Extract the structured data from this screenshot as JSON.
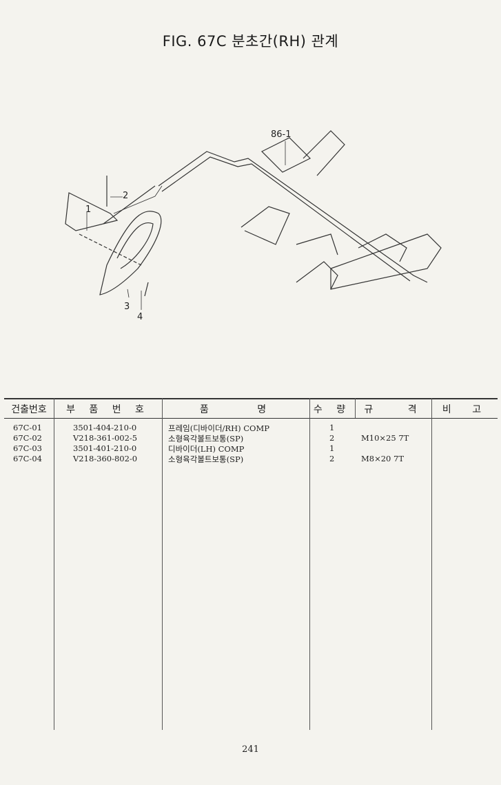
{
  "title": {
    "fig": "FIG. 67C",
    "name": "분초간(RH) 관계"
  },
  "diagram": {
    "callouts": [
      "86-1",
      "1",
      "2",
      "3",
      "4"
    ]
  },
  "table": {
    "headers": [
      "건출번호",
      "부 품 번 호",
      "품 명",
      "수 량",
      "규 격",
      "비 고"
    ],
    "rows": [
      {
        "ref": "67C-01",
        "part": "3501-404-210-0",
        "name": "프레임(디바이더/RH) COMP",
        "qty": "1",
        "spec": ""
      },
      {
        "ref": "67C-02",
        "part": "V218-361-002-5",
        "name": "소형육각볼트보통(SP)",
        "qty": "2",
        "spec": "M10×25 7T"
      },
      {
        "ref": "67C-03",
        "part": "3501-401-210-0",
        "name": "디바이더(LH) COMP",
        "qty": "1",
        "spec": ""
      },
      {
        "ref": "67C-04",
        "part": "V218-360-802-0",
        "name": "소형육각볼트보통(SP)",
        "qty": "2",
        "spec": "M8×20 7T"
      }
    ]
  },
  "page_number": "241"
}
